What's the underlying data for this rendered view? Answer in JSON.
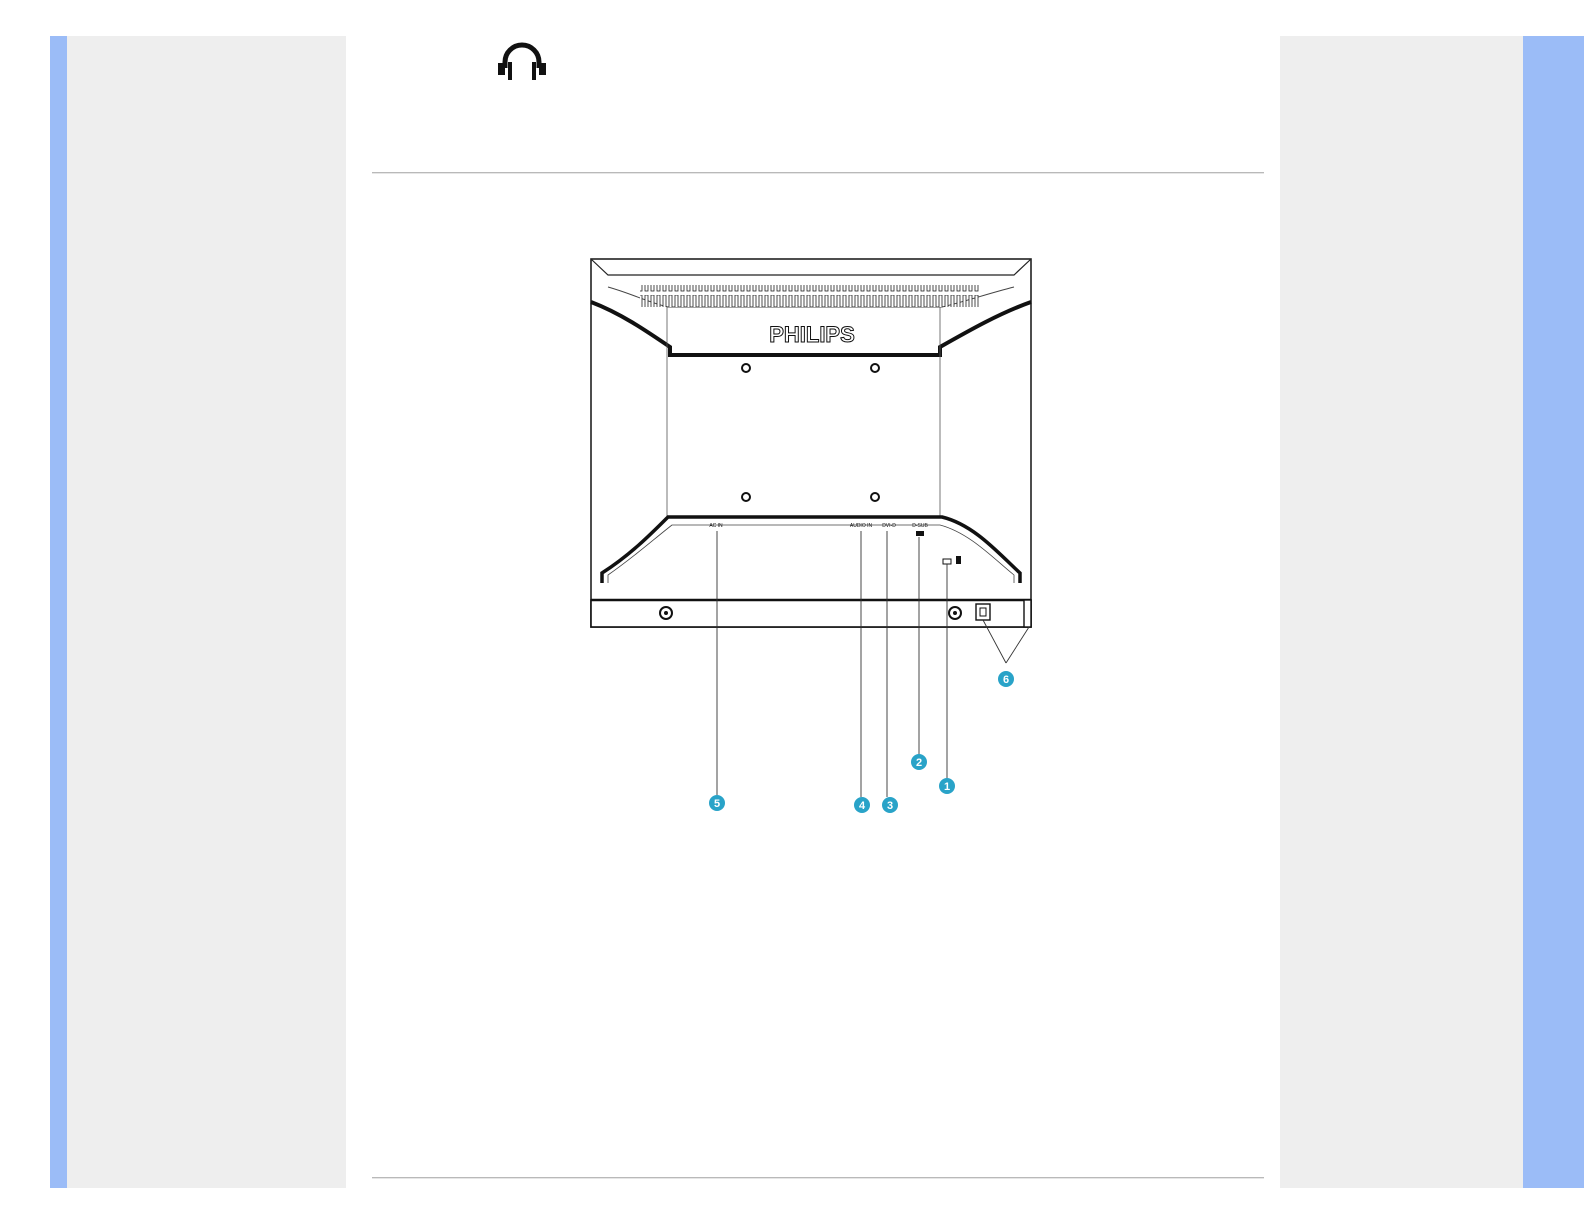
{
  "icons": {
    "headphone": "headphone-icon"
  },
  "figure": {
    "brand": "PHILIPS",
    "ports": {
      "ac_in": "AC IN",
      "audio_in": "AUDIO IN",
      "dvi_d": "DVI-D",
      "d_sub": "D-SUB"
    },
    "callouts": [
      "1",
      "2",
      "3",
      "4",
      "5",
      "6"
    ]
  },
  "colors": {
    "nav_stripe": "#9bbcf7",
    "side_panel": "#eeeeee",
    "callout": "#29a3c8"
  }
}
